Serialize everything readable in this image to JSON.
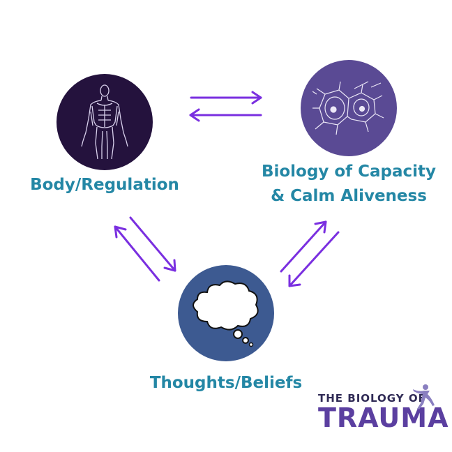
{
  "nodes": {
    "body": {
      "label": "Body/Regulation",
      "icon": "human-anatomy-icon",
      "color": "#24123d"
    },
    "biology": {
      "label_line1": "Biology of Capacity",
      "label_line2": "& Calm Aliveness",
      "icon": "cell-diagram-icon",
      "color": "#5a4a94"
    },
    "thoughts": {
      "label": "Thoughts/Beliefs",
      "icon": "thought-bubble-icon",
      "color": "#3d5a91"
    }
  },
  "colors": {
    "label": "#2487a5",
    "arrow": "#7a2fe0"
  },
  "logo": {
    "top_text": "THE BIOLOGY OF",
    "main_text": "TRAUMA"
  }
}
